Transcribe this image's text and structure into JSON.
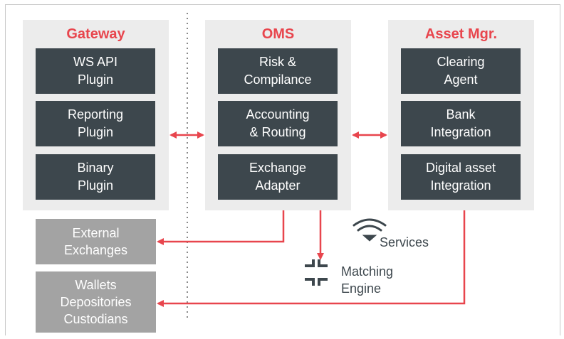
{
  "panels": {
    "gateway": {
      "title": "Gateway",
      "modules": [
        {
          "line1": "WS API",
          "line2": "Plugin"
        },
        {
          "line1": "Reporting",
          "line2": "Plugin"
        },
        {
          "line1": "Binary",
          "line2": "Plugin"
        }
      ]
    },
    "oms": {
      "title": "OMS",
      "modules": [
        {
          "line1": "Risk &",
          "line2": "Compilance"
        },
        {
          "line1": "Accounting",
          "line2": "& Routing"
        },
        {
          "line1": "Exchange",
          "line2": "Adapter"
        }
      ]
    },
    "asset_mgr": {
      "title": "Asset Mgr.",
      "modules": [
        {
          "line1": "Clearing",
          "line2": "Agent"
        },
        {
          "line1": "Bank",
          "line2": "Integration"
        },
        {
          "line1": "Digital asset",
          "line2": "Integration"
        }
      ]
    }
  },
  "external": {
    "exchanges": {
      "line1": "External",
      "line2": "Exchanges"
    },
    "custody": {
      "line1": "Wallets",
      "line2": "Depositories",
      "line3": "Custodians"
    }
  },
  "services": {
    "label": "Services",
    "icon": "wifi-icon"
  },
  "matching_engine": {
    "line1": "Matching",
    "line2": "Engine",
    "icon": "crosshair-icon"
  },
  "colors": {
    "accent": "#e8454d",
    "module_bg": "#3d474d",
    "panel_bg": "#ececec",
    "external_bg": "#a3a3a3"
  }
}
